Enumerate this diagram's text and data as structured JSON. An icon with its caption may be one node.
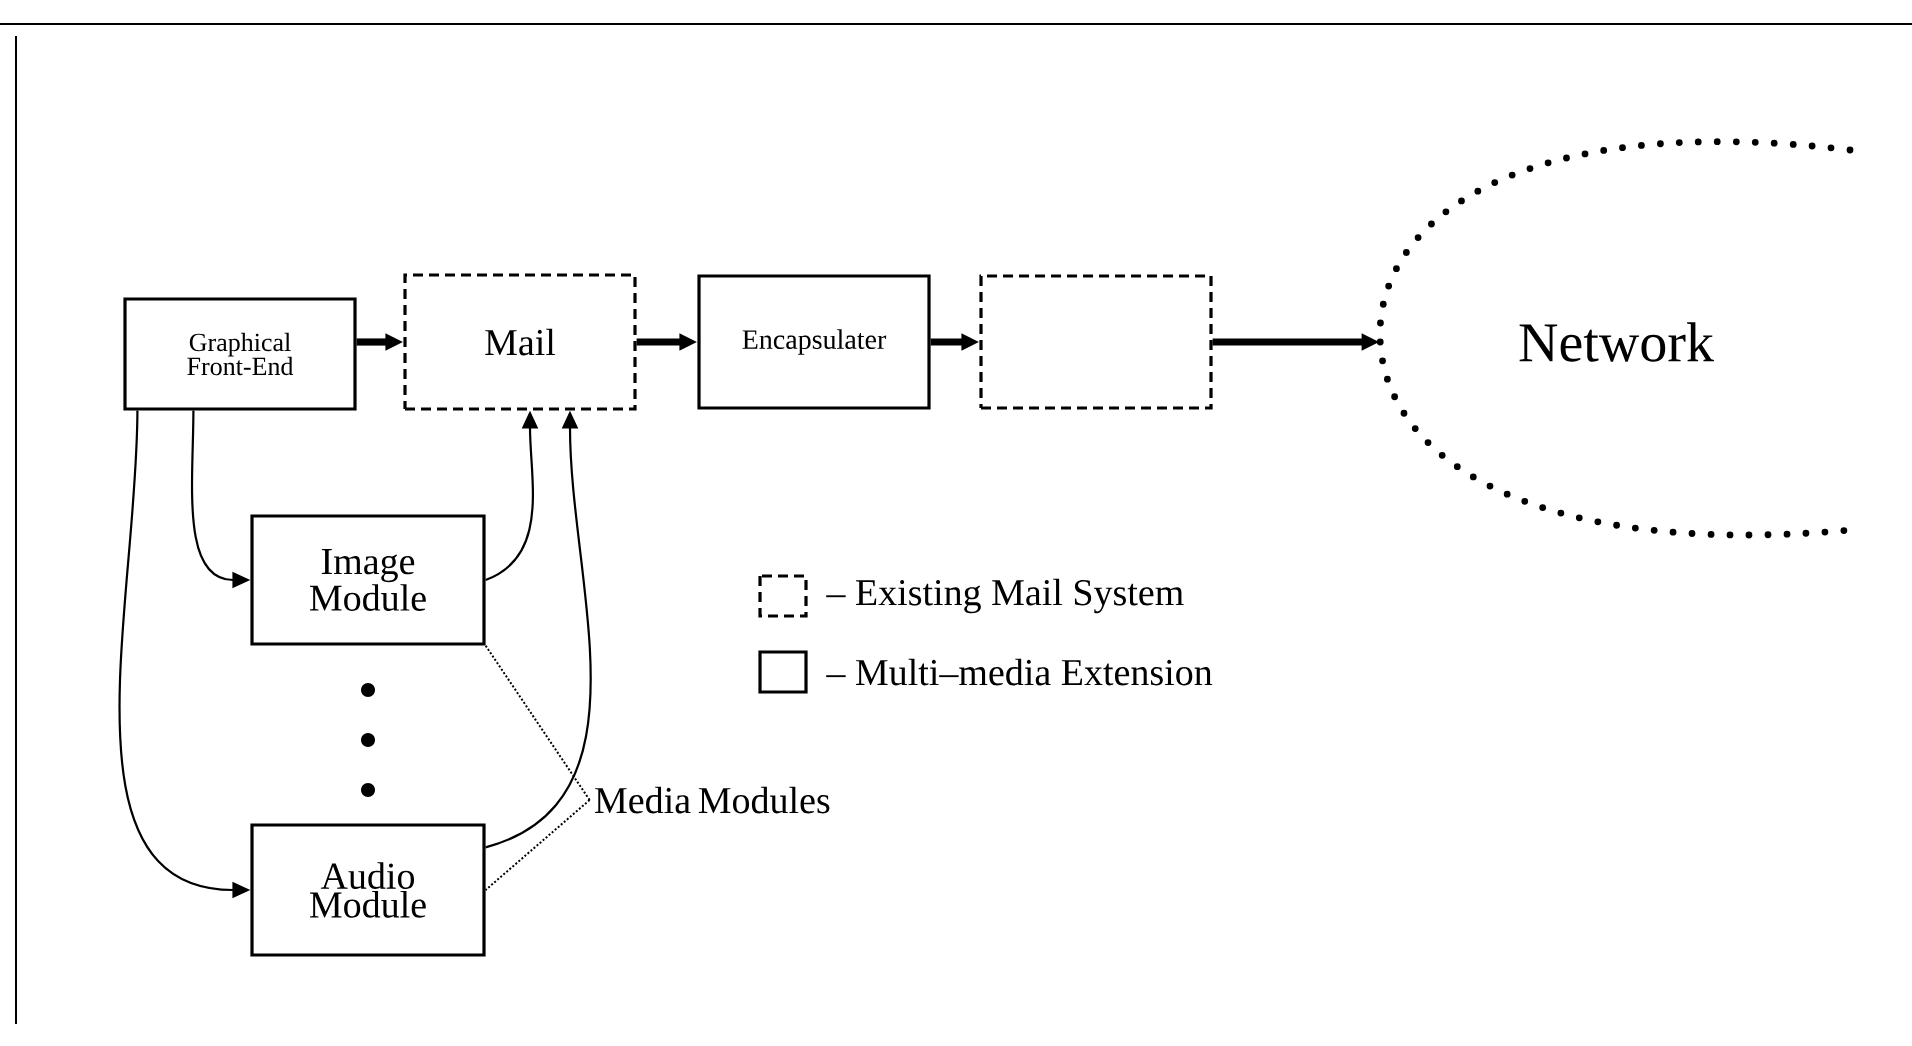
{
  "diagram": {
    "nodes": [
      {
        "text": [
          "Graphical Front-End"
        ]
      },
      {
        "text": [
          "Mail"
        ]
      },
      {
        "text": [
          "Encapsulater"
        ]
      },
      {
        "text": [],
        "shape": "box"
      },
      {
        "text": [
          "Network"
        ]
      },
      {
        "text": [
          "Image Module"
        ]
      },
      {
        "text": [
          "Audio Module"
        ]
      },
      {
        "text": [
          "Media Modules"
        ]
      }
    ],
    "edges": [
      {
        "from": 0,
        "to": 1,
        "arrow": "to",
        "style": "thick"
      },
      {
        "from": 1,
        "to": 2,
        "arrow": "to",
        "style": "thick"
      },
      {
        "from": 2,
        "to": 3,
        "arrow": "to",
        "style": "thick"
      },
      {
        "from": 3,
        "to": 4,
        "arrow": "to",
        "style": "thick"
      },
      {
        "from": 0,
        "to": 5,
        "arrow": "to"
      },
      {
        "from": 0,
        "to": 6,
        "arrow": "to"
      },
      {
        "from": 5,
        "to": 1,
        "arrow": "to"
      },
      {
        "from": 6,
        "to": 1,
        "arrow": "to"
      },
      {
        "from": 7,
        "to": 5,
        "arrow": "none",
        "style": "dashed"
      },
      {
        "from": 7,
        "to": 6,
        "arrow": "none",
        "style": "dashed"
      }
    ],
    "legend": [
      {
        "text": "– Existing Mail System"
      },
      {
        "text": "– Multi–media Extension"
      }
    ]
  }
}
